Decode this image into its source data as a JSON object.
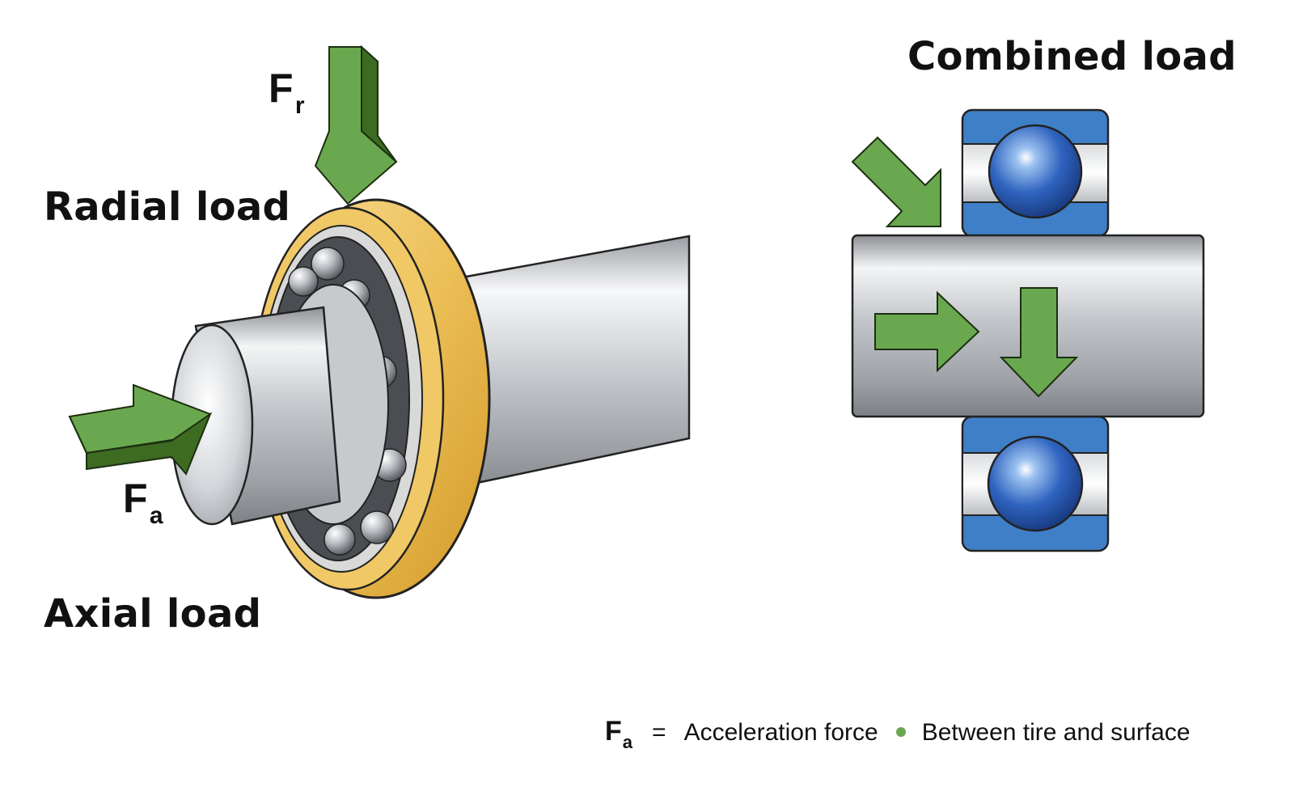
{
  "labels": {
    "radial": "Radial load",
    "axial": "Axial load",
    "combined": "Combined load"
  },
  "forces": {
    "fr_symbol": "F",
    "fr_sub": "r",
    "fa_symbol": "F",
    "fa_sub": "a"
  },
  "legend": {
    "symbol": "F",
    "symbol_sub": "a",
    "equals": "=",
    "definition": "Acceleration force",
    "note": "Between tire and surface"
  },
  "colors": {
    "arrow_green": "#6aa84f",
    "arrow_dark": "#3d6b22",
    "bearing_ring_gold": "#e8b84a",
    "bearing_blue": "#3f7fc7",
    "ball_blue": "#2b5fb8",
    "steel": "#c9ccd1"
  }
}
